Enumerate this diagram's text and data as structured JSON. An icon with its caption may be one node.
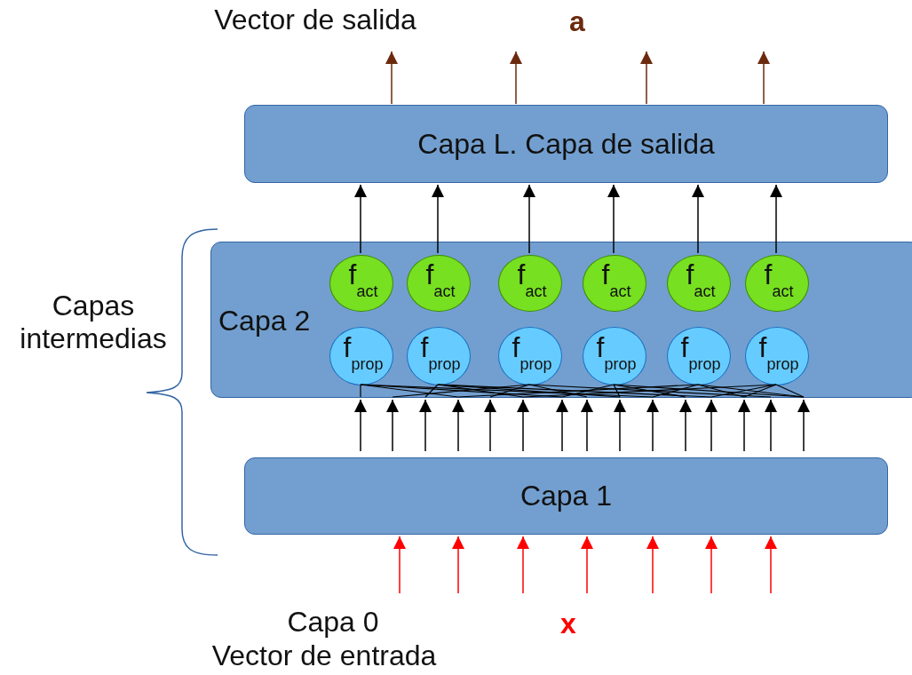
{
  "diagram": {
    "nodes": [
      {
        "text": [
          "Capa L. Capa de salida"
        ]
      },
      {
        "text": [
          "Capa 2"
        ]
      },
      {
        "text": [
          "f$_{act}$"
        ],
        "in": 1
      },
      {
        "text": [
          "f$_{act}$"
        ],
        "in": 1
      },
      {
        "text": [
          "f$_{act}$"
        ],
        "in": 1
      },
      {
        "text": [
          "f$_{act}$"
        ],
        "in": 1
      },
      {
        "text": [
          "f$_{act}$"
        ],
        "in": 1
      },
      {
        "text": [
          "f$_{act}$"
        ],
        "in": 1
      },
      {
        "text": [
          "f$_{prop}$"
        ],
        "in": 1
      },
      {
        "text": [
          "f$_{prop}$"
        ],
        "in": 1
      },
      {
        "text": [
          "f$_{prop}$"
        ],
        "in": 1
      },
      {
        "text": [
          "f$_{prop}$"
        ],
        "in": 1
      },
      {
        "text": [
          "f$_{prop}$"
        ],
        "in": 1
      },
      {
        "text": [
          "f$_{prop}$"
        ],
        "in": 1
      },
      {
        "text": [
          "Capa 1"
        ]
      }
    ],
    "edges": [
      {
        "from": 0,
        "to": null,
        "arrow": "to",
        "color": "#6b2a0d"
      },
      {
        "from": 0,
        "to": null,
        "arrow": "to",
        "color": "#6b2a0d"
      },
      {
        "from": 0,
        "to": null,
        "arrow": "to",
        "color": "#6b2a0d"
      },
      {
        "from": 0,
        "to": null,
        "arrow": "to",
        "color": "#6b2a0d"
      },
      {
        "from": 2,
        "to": 0,
        "arrow": "to"
      },
      {
        "from": 3,
        "to": 0,
        "arrow": "to"
      },
      {
        "from": 4,
        "to": 0,
        "arrow": "to"
      },
      {
        "from": 5,
        "to": 0,
        "arrow": "to"
      },
      {
        "from": 6,
        "to": 0,
        "arrow": "to"
      },
      {
        "from": 7,
        "to": 0,
        "arrow": "to"
      },
      {
        "from": 14,
        "to": 1,
        "arrow": "to"
      },
      {
        "from": 14,
        "to": 1,
        "arrow": "to"
      },
      {
        "from": 14,
        "to": 1,
        "arrow": "to"
      },
      {
        "from": 14,
        "to": 1,
        "arrow": "to"
      },
      {
        "from": 14,
        "to": 1,
        "arrow": "to"
      },
      {
        "from": 14,
        "to": 1,
        "arrow": "to"
      },
      {
        "from": 14,
        "to": 1,
        "arrow": "to"
      },
      {
        "from": 14,
        "to": 1,
        "arrow": "to"
      },
      {
        "from": 14,
        "to": 1,
        "arrow": "to"
      },
      {
        "from": 14,
        "to": 1,
        "arrow": "to"
      },
      {
        "from": 14,
        "to": 1,
        "arrow": "to"
      },
      {
        "from": 14,
        "to": 1,
        "arrow": "to"
      },
      {
        "from": 14,
        "to": 1,
        "arrow": "to"
      },
      {
        "from": 14,
        "to": 1,
        "arrow": "to"
      },
      {
        "from": 14,
        "to": 1,
        "arrow": "to"
      },
      {
        "from": null,
        "to": 14,
        "arrow": "to",
        "color": "#ff0000"
      },
      {
        "from": null,
        "to": 14,
        "arrow": "to",
        "color": "#ff0000"
      },
      {
        "from": null,
        "to": 14,
        "arrow": "to",
        "color": "#ff0000"
      },
      {
        "from": null,
        "to": 14,
        "arrow": "to",
        "color": "#ff0000"
      },
      {
        "from": null,
        "to": 14,
        "arrow": "to",
        "color": "#ff0000"
      },
      {
        "from": null,
        "to": 14,
        "arrow": "to",
        "color": "#ff0000"
      },
      {
        "from": null,
        "to": 14,
        "arrow": "to",
        "color": "#ff0000"
      }
    ],
    "labels": [
      "Vector de salida",
      "a",
      "Capas intermedias",
      "Capa 0",
      "Vector de entrada",
      "x"
    ]
  }
}
